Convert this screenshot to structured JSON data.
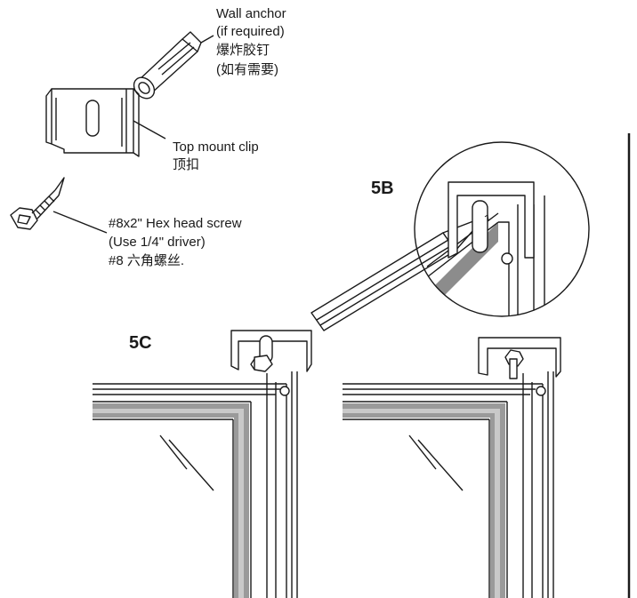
{
  "labels": {
    "wall_anchor": [
      "Wall anchor",
      "(if required)",
      "爆炸胶钉",
      "(如有需要)"
    ],
    "top_mount_clip": [
      "Top mount clip",
      "顶扣"
    ],
    "hex_screw": [
      "#8x2\" Hex head screw",
      "(Use 1/4\" driver)",
      "#8 六角螺丝."
    ],
    "step_5b": "5B",
    "step_5c": "5C"
  },
  "colors": {
    "line": "#1a1a1a",
    "gasket": "#9a9a9a",
    "paper": "#ffffff"
  }
}
